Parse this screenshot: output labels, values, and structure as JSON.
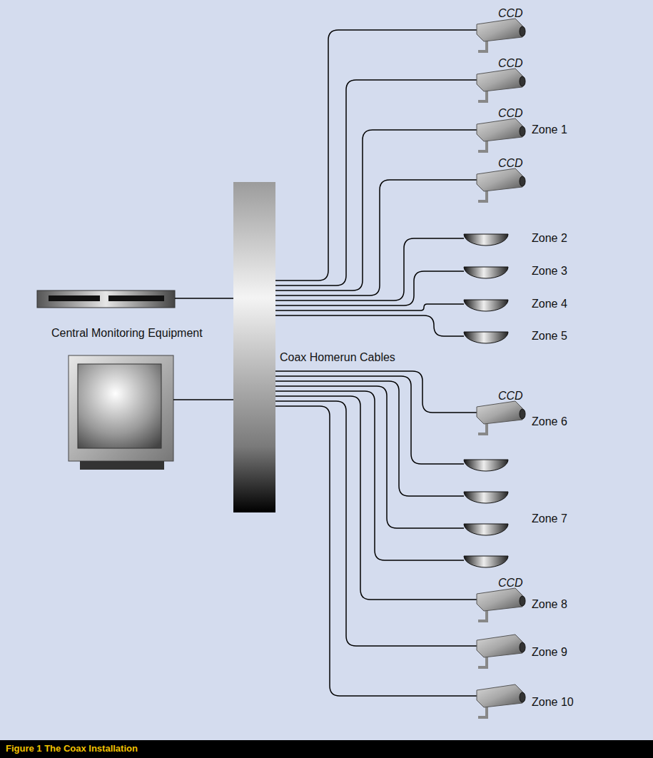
{
  "diagram": {
    "caption": "Figure 1 The Coax Installation",
    "labels": [
      "CCD",
      "CCD",
      "CCD",
      "Zone 1",
      "CCD",
      "Zone 2",
      "Zone 3",
      "Zone 4",
      "Zone 5",
      "Central Monitoring Equipment",
      "Coax Homerun Cables",
      "CCD",
      "Zone 6",
      "Zone 7",
      "CCD",
      "Zone 8",
      "Zone 9",
      "Zone 10"
    ]
  }
}
